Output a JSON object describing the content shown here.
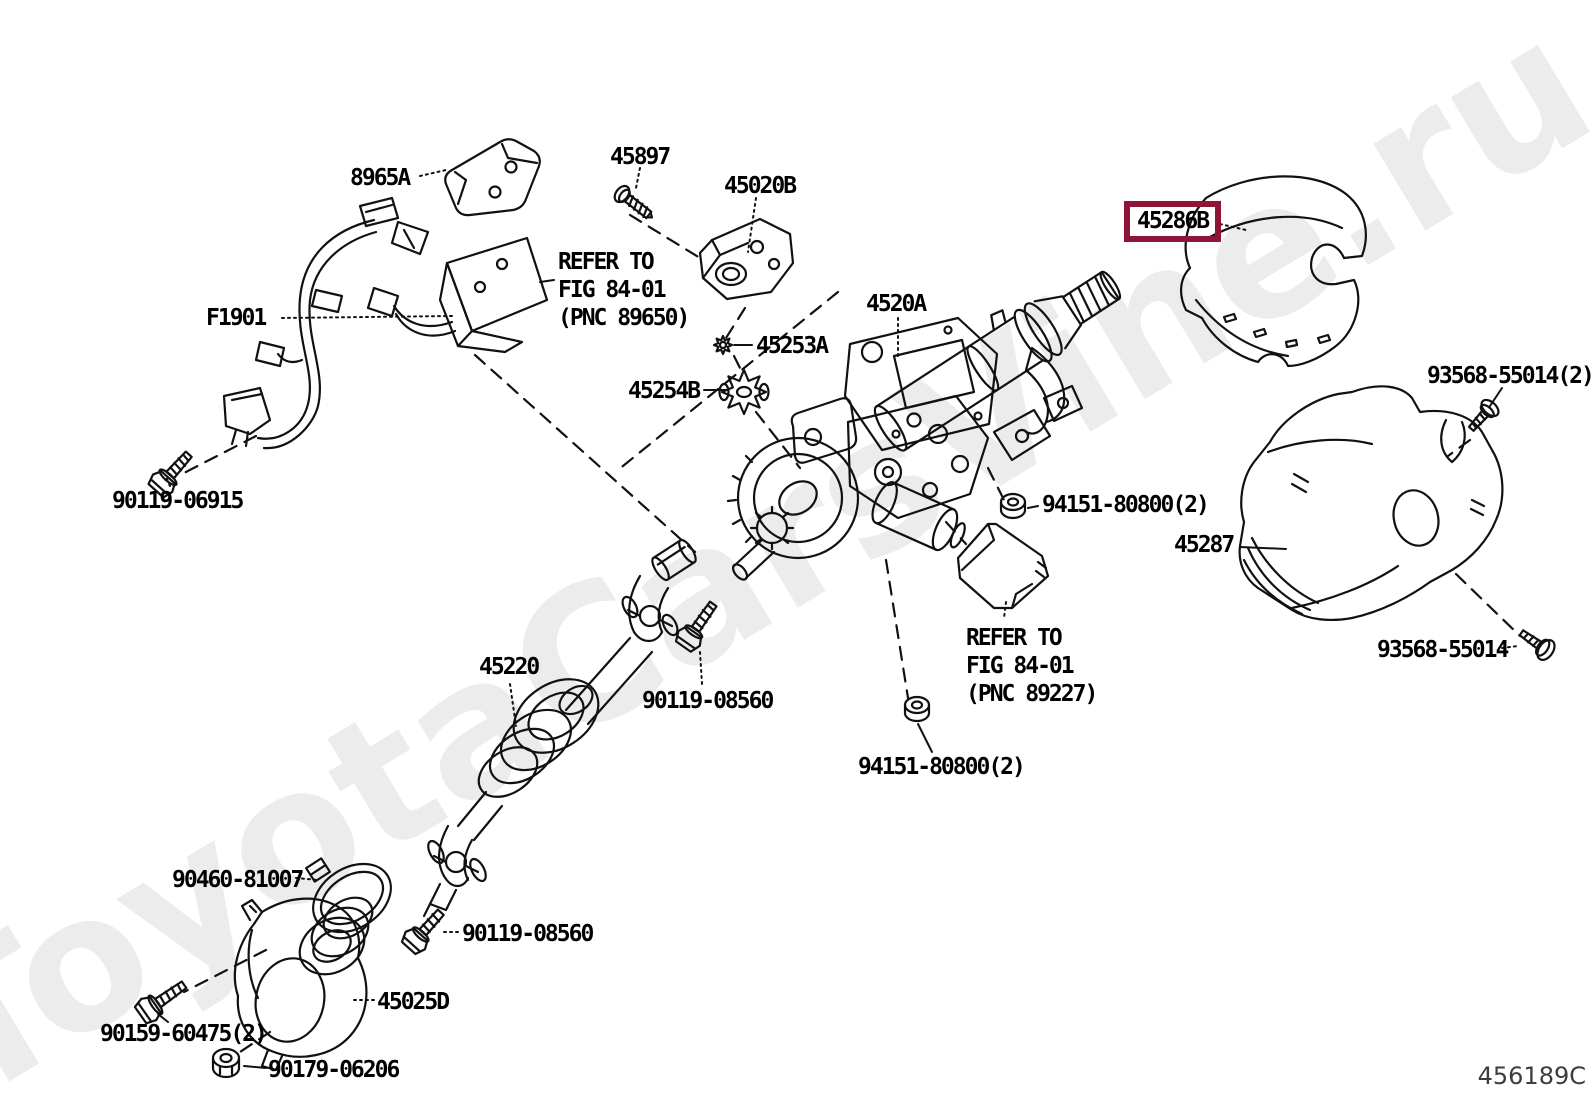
{
  "diagram": {
    "code": "456189C",
    "watermark": "ToyotaCarsVine.ru",
    "highlighted_part": "45286B",
    "colors": {
      "highlight": "#8e1538",
      "line": "#111111",
      "watermark": "#ececec",
      "background": "#ffffff"
    }
  },
  "labels": {
    "p8965a": "8965A",
    "p45897": "45897",
    "p45020b": "45020B",
    "pf1901": "F1901",
    "p45253a": "45253A",
    "p45254b": "45254B",
    "p4520a": "4520A",
    "p45286b": "45286B",
    "p93568_55014_x2": "93568-55014(2)",
    "p45287": "45287",
    "p94151_80800_x2_upper": "94151-80800(2)",
    "p94151_80800_x2_lower": "94151-80800(2)",
    "p90119_06915": "90119-06915",
    "p45220": "45220",
    "p90119_08560_mid": "90119-08560",
    "p90119_08560_low": "90119-08560",
    "p90460_81007": "90460-81007",
    "p45025d": "45025D",
    "p90159_60475_x2": "90159-60475(2)",
    "p90179_06206": "90179-06206",
    "p93568_55014": "93568-55014"
  },
  "notes": {
    "refer_fig_8401_pnc_89650": "REFER TO\nFIG 84-01\n(PNC 89650)",
    "refer_fig_8401_pnc_89227": "REFER TO\nFIG 84-01\n(PNC 89227)"
  }
}
